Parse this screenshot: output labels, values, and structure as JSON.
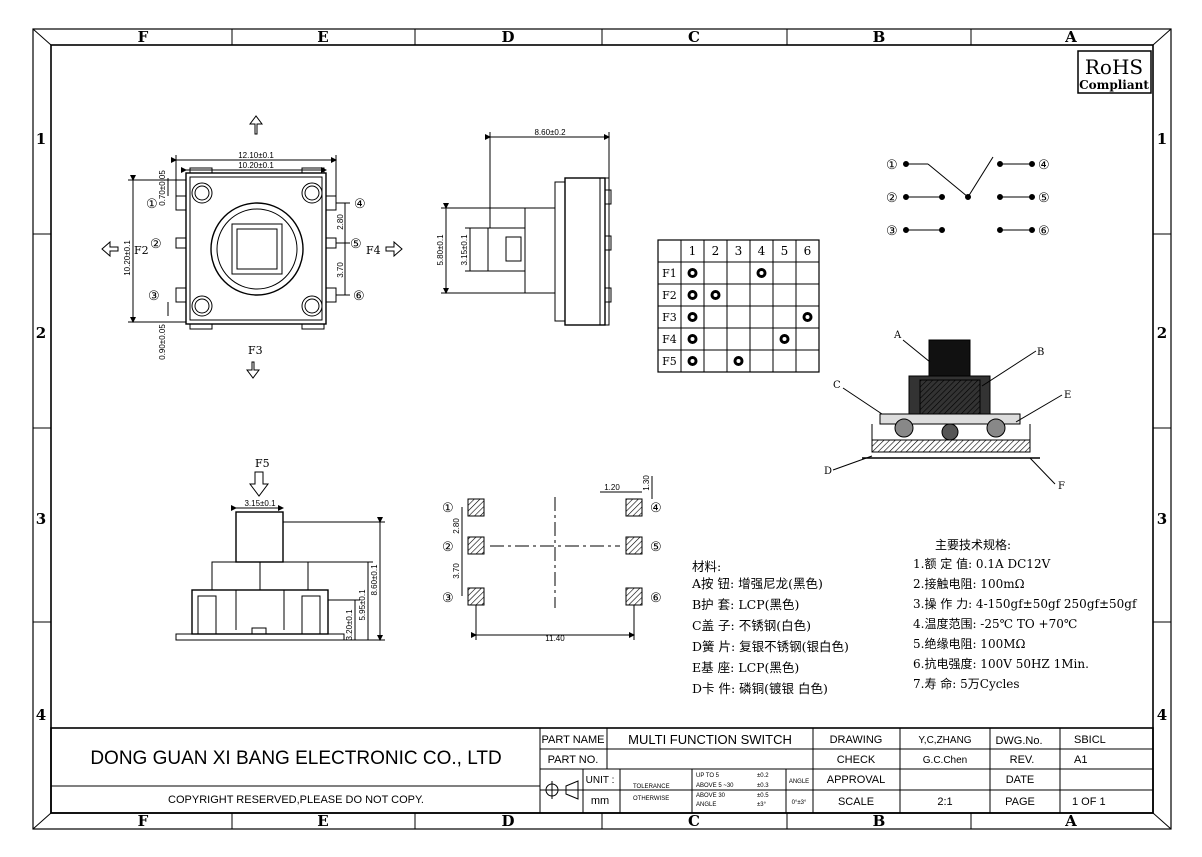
{
  "frame": {
    "columns": [
      "F",
      "E",
      "D",
      "C",
      "B",
      "A"
    ],
    "rows": [
      "1",
      "2",
      "3",
      "4"
    ]
  },
  "rohs": {
    "line1": "RoHS",
    "line2": "Compliant"
  },
  "top_view": {
    "width_outer": "12.10±0.1",
    "width_inner": "10.20±0.1",
    "height": "10.20±0.1",
    "pin_offset_top": "0.70±0.05",
    "pin_pitch_upper": "2.80",
    "pin_pitch_lower": "3.70",
    "pin_width": "0.90±0.05",
    "force_f2": "F2",
    "force_f3": "F3",
    "force_f4": "F4",
    "pins": [
      "①",
      "②",
      "③",
      "④",
      "⑤",
      "⑥"
    ]
  },
  "side_view": {
    "width": "8.60±0.2",
    "height": "5.80±0.1",
    "actuator": "3.15±0.1"
  },
  "front_view": {
    "force_f5": "F5",
    "actuator_width": "3.15±0.1",
    "total_height": "8.60±0.1",
    "body_height": "5.95±0.1",
    "base_height": "3.20±0.1"
  },
  "footprint": {
    "pad_size_w": "1.20",
    "pad_size_h": "1.30",
    "pitch_upper": "2.80",
    "pitch_lower": "3.70",
    "span": "11.40"
  },
  "truth_table": {
    "columns": [
      "1",
      "2",
      "3",
      "4",
      "5",
      "6"
    ],
    "rows": [
      {
        "label": "F1",
        "marks": [
          1,
          0,
          0,
          1,
          0,
          0
        ]
      },
      {
        "label": "F2",
        "marks": [
          1,
          1,
          0,
          0,
          0,
          0
        ]
      },
      {
        "label": "F3",
        "marks": [
          1,
          0,
          0,
          0,
          0,
          1
        ]
      },
      {
        "label": "F4",
        "marks": [
          1,
          0,
          0,
          0,
          1,
          0
        ]
      },
      {
        "label": "F5",
        "marks": [
          1,
          0,
          1,
          0,
          0,
          0
        ]
      }
    ]
  },
  "schematic": {
    "left": [
      "①",
      "②",
      "③"
    ],
    "right": [
      "④",
      "⑤",
      "⑥"
    ]
  },
  "section_labels": [
    "A",
    "B",
    "C",
    "D",
    "E",
    "F"
  ],
  "materials": {
    "title": "材料:",
    "items": [
      "A按  钮: 增强尼龙(黑色)",
      "B护  套: LCP(黑色)",
      "C盖  子: 不锈钢(白色)",
      "D簧  片: 复银不锈钢(银白色)",
      "E基  座: LCP(黑色)",
      "D卡  件: 磷铜(镀银 白色)"
    ]
  },
  "specs": {
    "title": "主要技术规格:",
    "items": [
      "1.额 定 值: 0.1A DC12V",
      "2.接触电阻: 100mΩ",
      "3.操 作 力: 4-150gf±50gf 250gf±50gf",
      "4.温度范围: -25℃ TO +70℃",
      "5.绝缘电阻: 100MΩ",
      "6.抗电强度: 100V 50HZ 1Min.",
      "7.寿    命: 5万Cycles"
    ]
  },
  "title_block": {
    "company": "DONG GUAN XI BANG ELECTRONIC CO., LTD",
    "copyright": "COPYRIGHT RESERVED,PLEASE DO NOT COPY.",
    "part_name_label": "PART NAME",
    "part_name_value": "MULTI FUNCTION SWITCH",
    "part_no_label": "PART NO.",
    "unit_label": "UNIT :",
    "unit_value": "mm",
    "tolerance_label": "TOLERANCE",
    "otherwise_label": "OTHERWISE",
    "tol_up_to": "UP TO 5",
    "tol_above5": "ABOVE 5 ~30",
    "tol_above30": "ABOVE 30",
    "tol_angle_word": "ANGLE",
    "tol_v1": "±0.2",
    "tol_v2": "±0.3",
    "tol_v3": "±0.5",
    "tol_v4": "±3°",
    "angle_label": "ANGLE",
    "angle_value": "0°±3°",
    "drawing_label": "DRAWING",
    "drawing_value": "Y,C,ZHANG",
    "check_label": "CHECK",
    "check_value": "G.C.Chen",
    "approval_label": "APPROVAL",
    "scale_label": "SCALE",
    "scale_value": "2:1",
    "dwg_no_label": "DWG.No.",
    "dwg_no_value": "SBICL",
    "rev_label": "REV.",
    "rev_value": "A1",
    "date_label": "DATE",
    "page_label": "PAGE",
    "page_value": "1 OF 1"
  }
}
